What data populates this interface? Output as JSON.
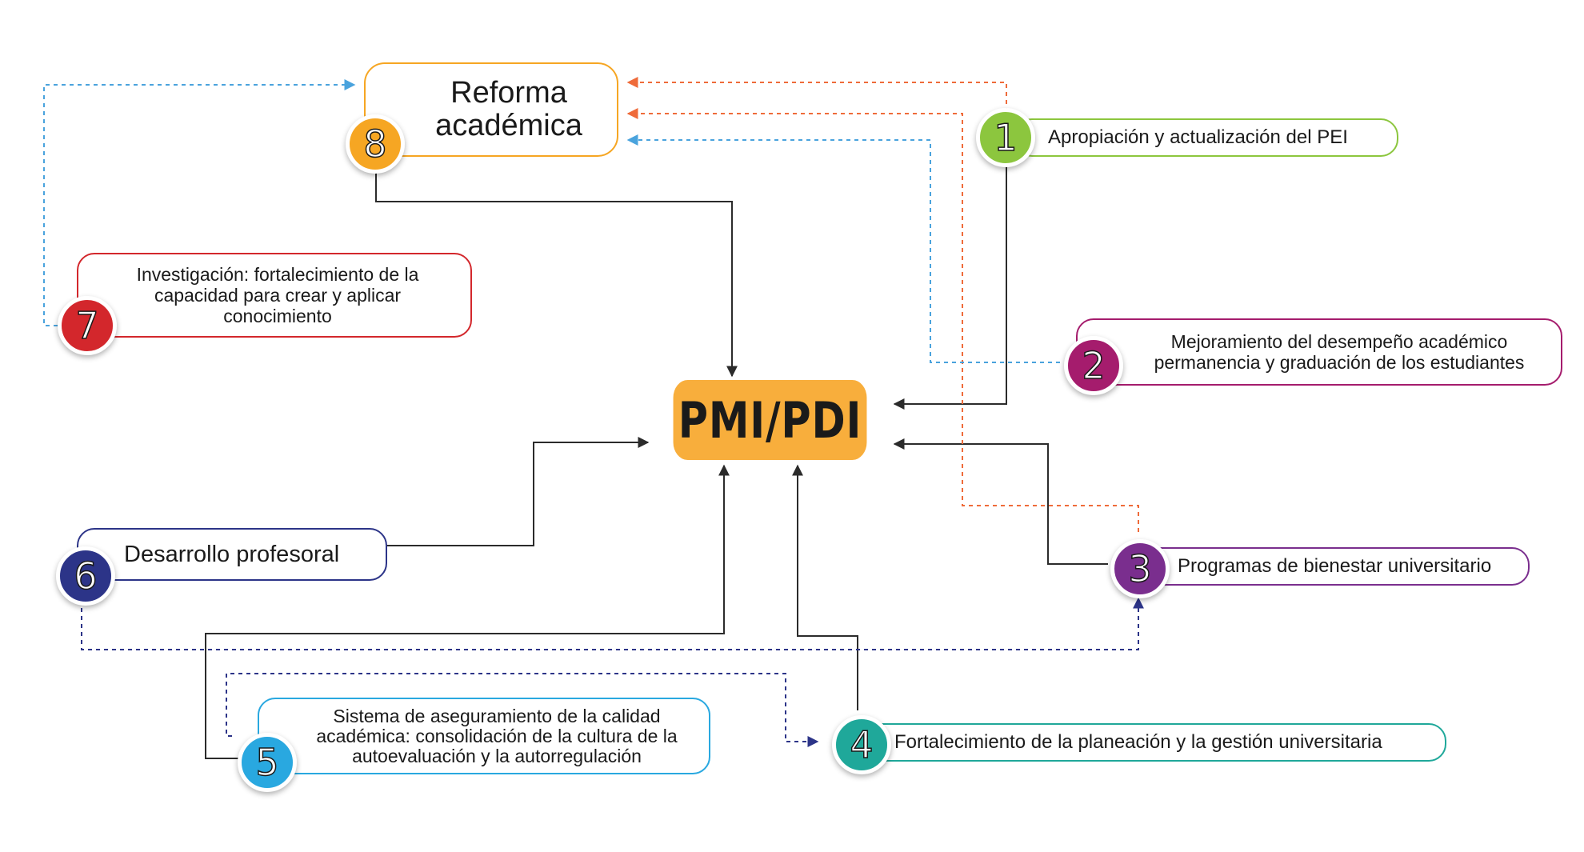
{
  "center": {
    "label": "PMI/PDI",
    "color": "#f8ae3c"
  },
  "nodes": [
    {
      "id": "n1",
      "number": "1",
      "label": "Apropiación y actualización del PEI",
      "color": "#8cc63e"
    },
    {
      "id": "n2",
      "number": "2",
      "label": "Mejoramiento del desempeño académico permanencia y graduación de los estudiantes",
      "color": "#a51c6d"
    },
    {
      "id": "n3",
      "number": "3",
      "label": "Programas de bienestar universitario",
      "color": "#7a2e8e"
    },
    {
      "id": "n4",
      "number": "4",
      "label": "Fortalecimiento de la planeación y la gestión universitaria",
      "color": "#1fa89a"
    },
    {
      "id": "n5",
      "number": "5",
      "label": "Sistema de aseguramiento de la calidad académica: consolidación de la cultura de la autoevaluación y la autorregulación",
      "color": "#29a8e0"
    },
    {
      "id": "n6",
      "number": "6",
      "label": "Desarrollo profesoral",
      "color": "#2c3488"
    },
    {
      "id": "n7",
      "number": "7",
      "label": "Investigación: fortalecimiento de la capacidad para crear y aplicar conocimiento",
      "color": "#d3272c"
    },
    {
      "id": "n8",
      "number": "8",
      "label": "Reforma académica",
      "color": "#f6a623"
    }
  ],
  "line_colors": {
    "solid": "#2b2b2b",
    "orange_dashed": "#ef6b3a",
    "blue_dashed": "#4aa3dd",
    "navy_dashed": "#2c3488"
  }
}
